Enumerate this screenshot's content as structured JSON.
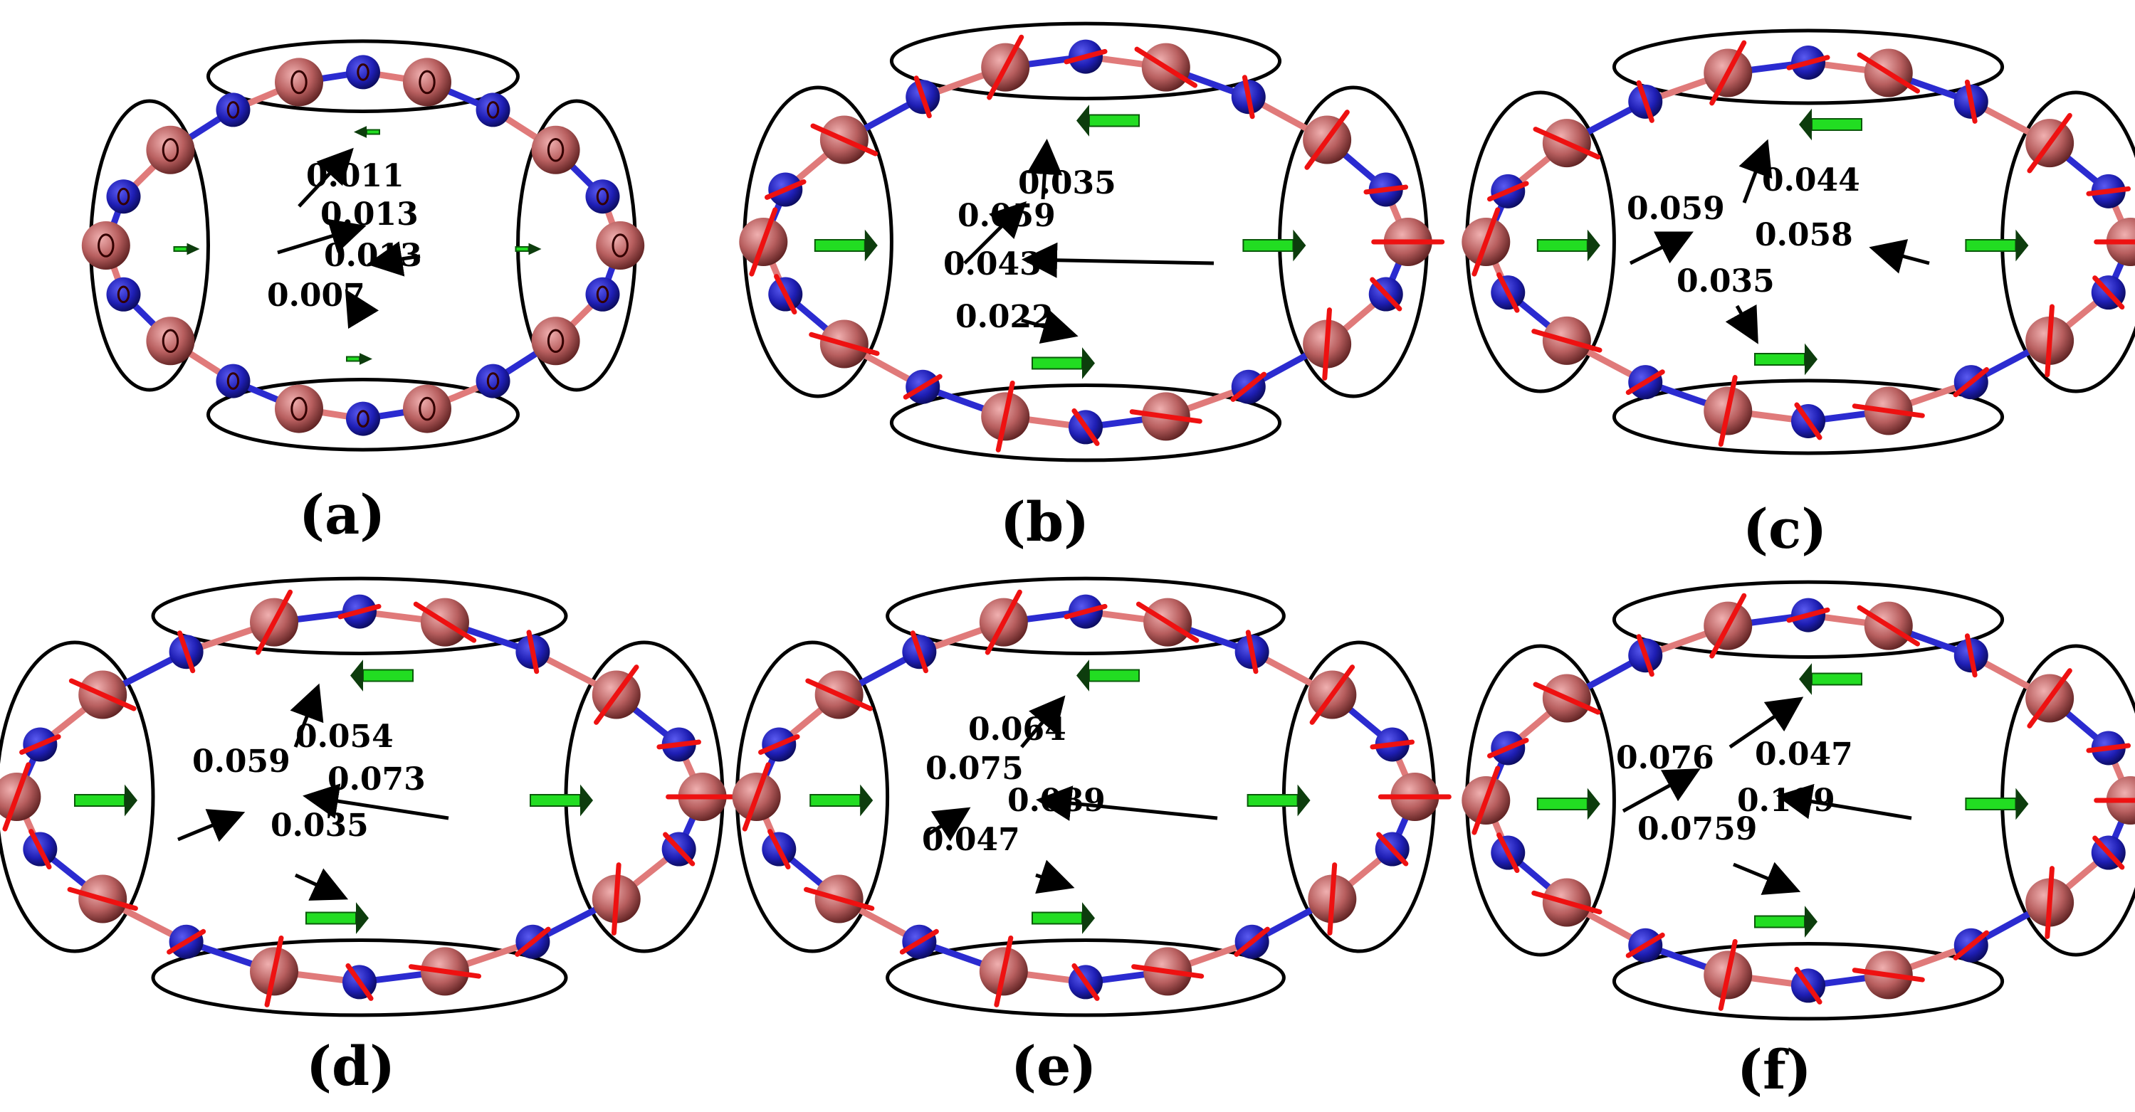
{
  "figure": {
    "panels": [
      {
        "label": "(a)",
        "values": [
          "0.011",
          "0.013",
          "0.013",
          "0.007"
        ]
      },
      {
        "label": "(b)",
        "values": [
          "0.035",
          "0.059",
          "0.043",
          "0.022"
        ]
      },
      {
        "label": "(c)",
        "values": [
          "0.044",
          "0.059",
          "0.058",
          "0.035"
        ]
      },
      {
        "label": "(d)",
        "values": [
          "0.054",
          "0.059",
          "0.073",
          "0.035"
        ]
      },
      {
        "label": "(e)",
        "values": [
          "0.064",
          "0.075",
          "0.089",
          "0.047"
        ]
      },
      {
        "label": "(f)",
        "values": [
          "0.047",
          "0.076",
          "0.109",
          "0.0759"
        ]
      }
    ],
    "colors": {
      "outline": "#000000",
      "atom_red": "#b85f5f",
      "atom_blue": "#1e1eb4",
      "bond_red": "#e07a7a",
      "bond_blue": "#2b2bd0",
      "spin_arrow": "#ee1111",
      "net_arrow": "#22dd22"
    }
  }
}
